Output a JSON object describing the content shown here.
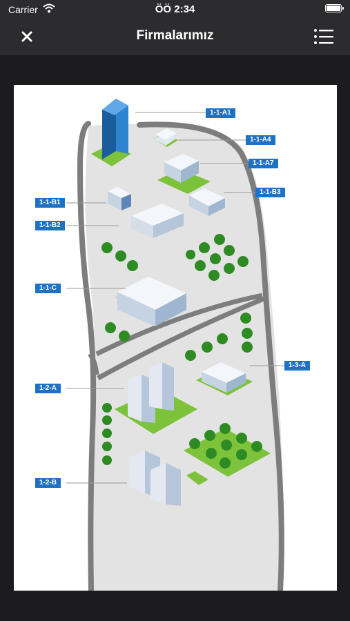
{
  "status_bar": {
    "carrier": "Carrier",
    "time": "ÖÖ 2:34",
    "battery_level": 1.0
  },
  "nav_bar": {
    "title": "Firmalarımız",
    "close_icon": "close-icon",
    "menu_icon": "list-menu-icon"
  },
  "map": {
    "labels": {
      "a1": "1-1-A1",
      "a4": "1-1-A4",
      "a7": "1-1-A7",
      "b3": "1-1-B3",
      "b1": "1-1-B1",
      "b2": "1-1-B2",
      "c": "1-1-C",
      "a13": "1-3-A",
      "a12": "1-2-A",
      "b12": "1-2-B"
    },
    "colors": {
      "label": "#1e72c6",
      "road": "#7d7d7d",
      "ground": "#e3e3e3",
      "grass": "#7cc23a",
      "tree": "#2e8b23"
    }
  }
}
